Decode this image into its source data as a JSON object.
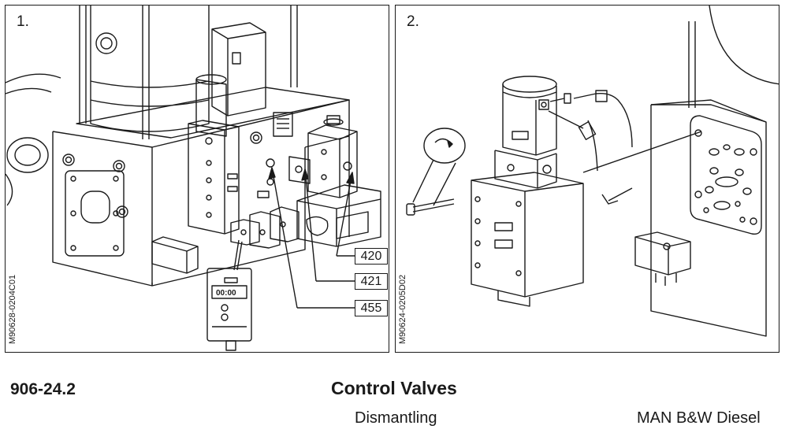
{
  "panel1": {
    "step": "1.",
    "code": "M90628-0204C01",
    "display": "00:00",
    "callouts": [
      "420",
      "421",
      "455"
    ]
  },
  "panel2": {
    "step": "2.",
    "code": "M90624-0205D02"
  },
  "footer": {
    "number": "906-24.2",
    "title": "Control Valves",
    "subtitle": "Dismantling",
    "brand": "MAN B&W Diesel"
  }
}
